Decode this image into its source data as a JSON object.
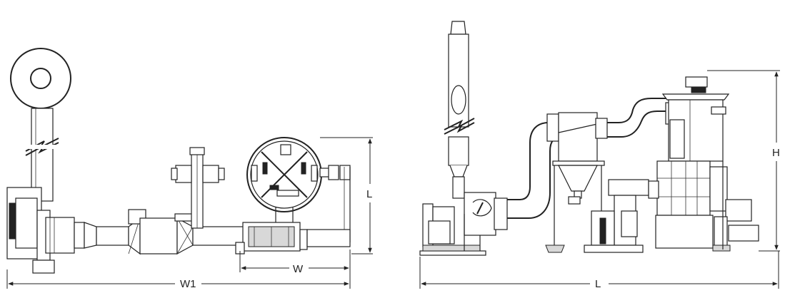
{
  "dimensions": {
    "w1_label": "W1",
    "w_label": "W",
    "l_side_label": "L",
    "l_bottom_label": "L",
    "h_label": "H"
  }
}
